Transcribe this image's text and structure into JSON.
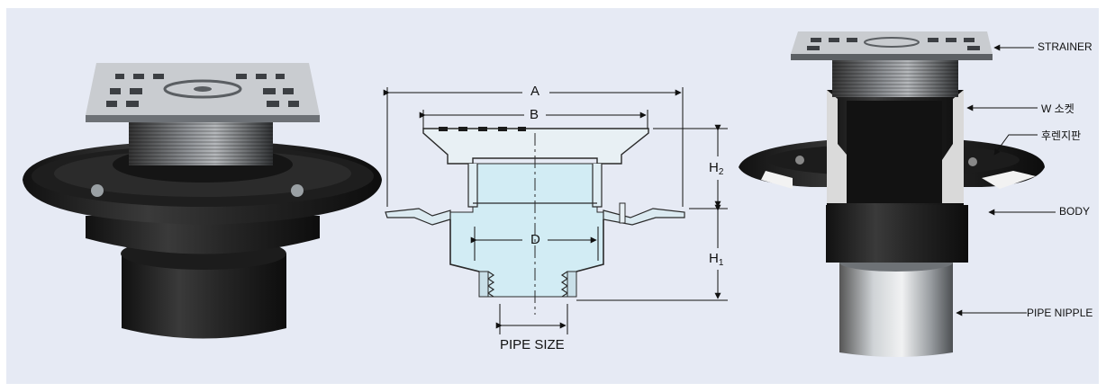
{
  "schematic": {
    "dimensions": {
      "a": "A",
      "b": "B",
      "d": "D",
      "h1_letter": "H",
      "h1_sub": "1",
      "h2_letter": "H",
      "h2_sub": "2",
      "pipe_size": "PIPE SIZE"
    }
  },
  "cutaway": {
    "callouts": {
      "strainer": "STRAINER",
      "w_socket": "W 소켓",
      "flange": "후렌지판",
      "body": "BODY",
      "pipe_nipple": "PIPE NIPPLE"
    }
  },
  "colors": {
    "panel_bg": "#e6eaf4",
    "water_fill": "#d2ecf4",
    "iron": "#2a2a2a",
    "chrome": "#b8bcc0"
  }
}
